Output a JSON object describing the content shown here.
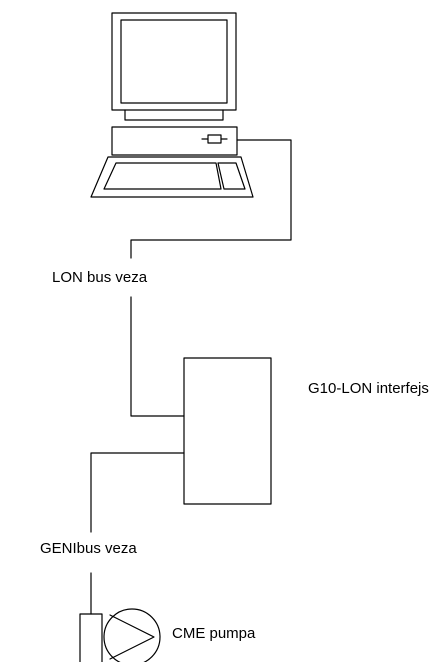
{
  "labels": {
    "lon_bus": "LON bus veza",
    "interface": "G10-LON interfejs",
    "genibus": "GENIbus veza",
    "pump": "CME pumpa"
  },
  "colors": {
    "line": "#000000",
    "background": "#ffffff"
  },
  "components": [
    "computer-icon",
    "interface-box",
    "pump-icon"
  ]
}
